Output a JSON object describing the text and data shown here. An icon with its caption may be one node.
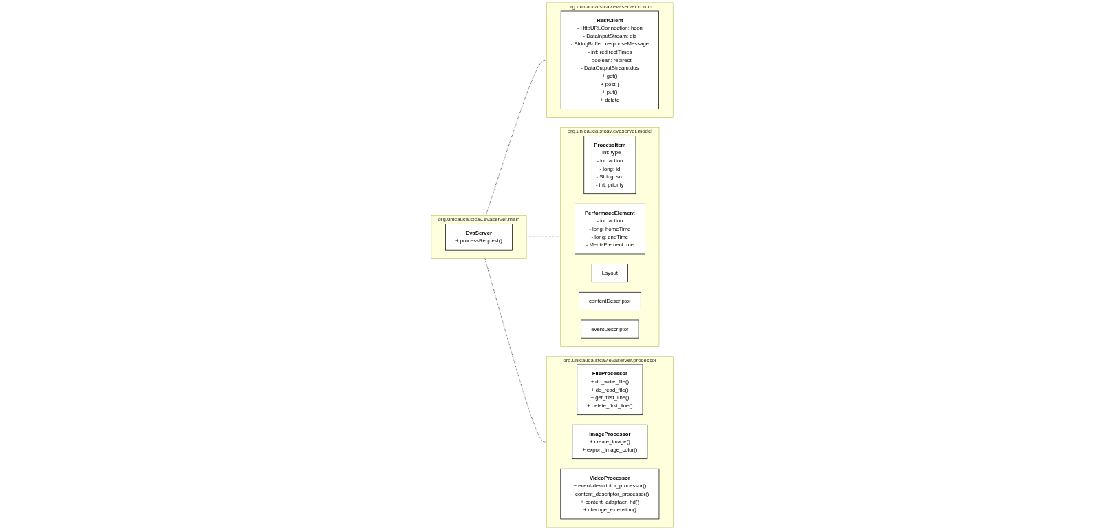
{
  "diagram": {
    "nodes": [
      {
        "text": [
          "org.unicauca.stcav.evaserver.main"
        ]
      },
      {
        "text": [
          "EvaServer",
          "+ processRequest()"
        ],
        "in": 0
      },
      {
        "text": [
          "org.unicauca.stcav.evaserver.model"
        ]
      },
      {
        "text": [
          "ProcessItem",
          "- int: type",
          "- int: action",
          "- long: id",
          "- String: src",
          "- int: priority"
        ],
        "in": 2
      },
      {
        "text": [
          "PerformaceElement",
          "- int: action",
          "- long: homeTime",
          "- long: endTime",
          "- MediaElement: me"
        ],
        "in": 2
      },
      {
        "text": [
          "Layout"
        ],
        "in": 2
      },
      {
        "text": [
          "contentDescriptor"
        ],
        "in": 2
      },
      {
        "text": [
          "eventDescriptor"
        ],
        "in": 2
      },
      {
        "text": [
          "org.unicauca.stcav.evaserver.comm"
        ]
      },
      {
        "text": [
          "RestClient",
          "- HttpURLConnection: hcon",
          "- DataInputStream: dis",
          "- StringBuffer: responseMessage",
          "- int: redirectTimes",
          "- boolean: redirect",
          "- DataOutputStream:dos",
          "+ get()",
          "+ post()",
          "+ put()",
          "+ delete"
        ],
        "in": 8
      },
      {
        "text": [
          "org.unicauca.stcav.evaserver.processor"
        ]
      },
      {
        "text": [
          "FileProcessor",
          "+ do_write_file()",
          "+ do_read_file()",
          "+ get_first_line()",
          "+ delete_first_line()"
        ],
        "in": 10
      },
      {
        "text": [
          "ImageProcessor",
          "+ create_image()",
          "+ export_image_color()"
        ],
        "in": 10
      },
      {
        "text": [
          "VideoProcessor",
          "+ event-descriptor_processor()",
          "+ content_descriptor_processor()",
          "+ content_adaptaer_hd()",
          "+ cha nge_extension()"
        ],
        "in": 10
      }
    ],
    "edges": [
      {
        "from": 0,
        "to": 8,
        "arrow": "none",
        "style": "dashed"
      },
      {
        "from": 0,
        "to": 2,
        "arrow": "none",
        "style": "dashed"
      },
      {
        "from": 0,
        "to": 10,
        "arrow": "none",
        "style": "dashed"
      }
    ]
  }
}
